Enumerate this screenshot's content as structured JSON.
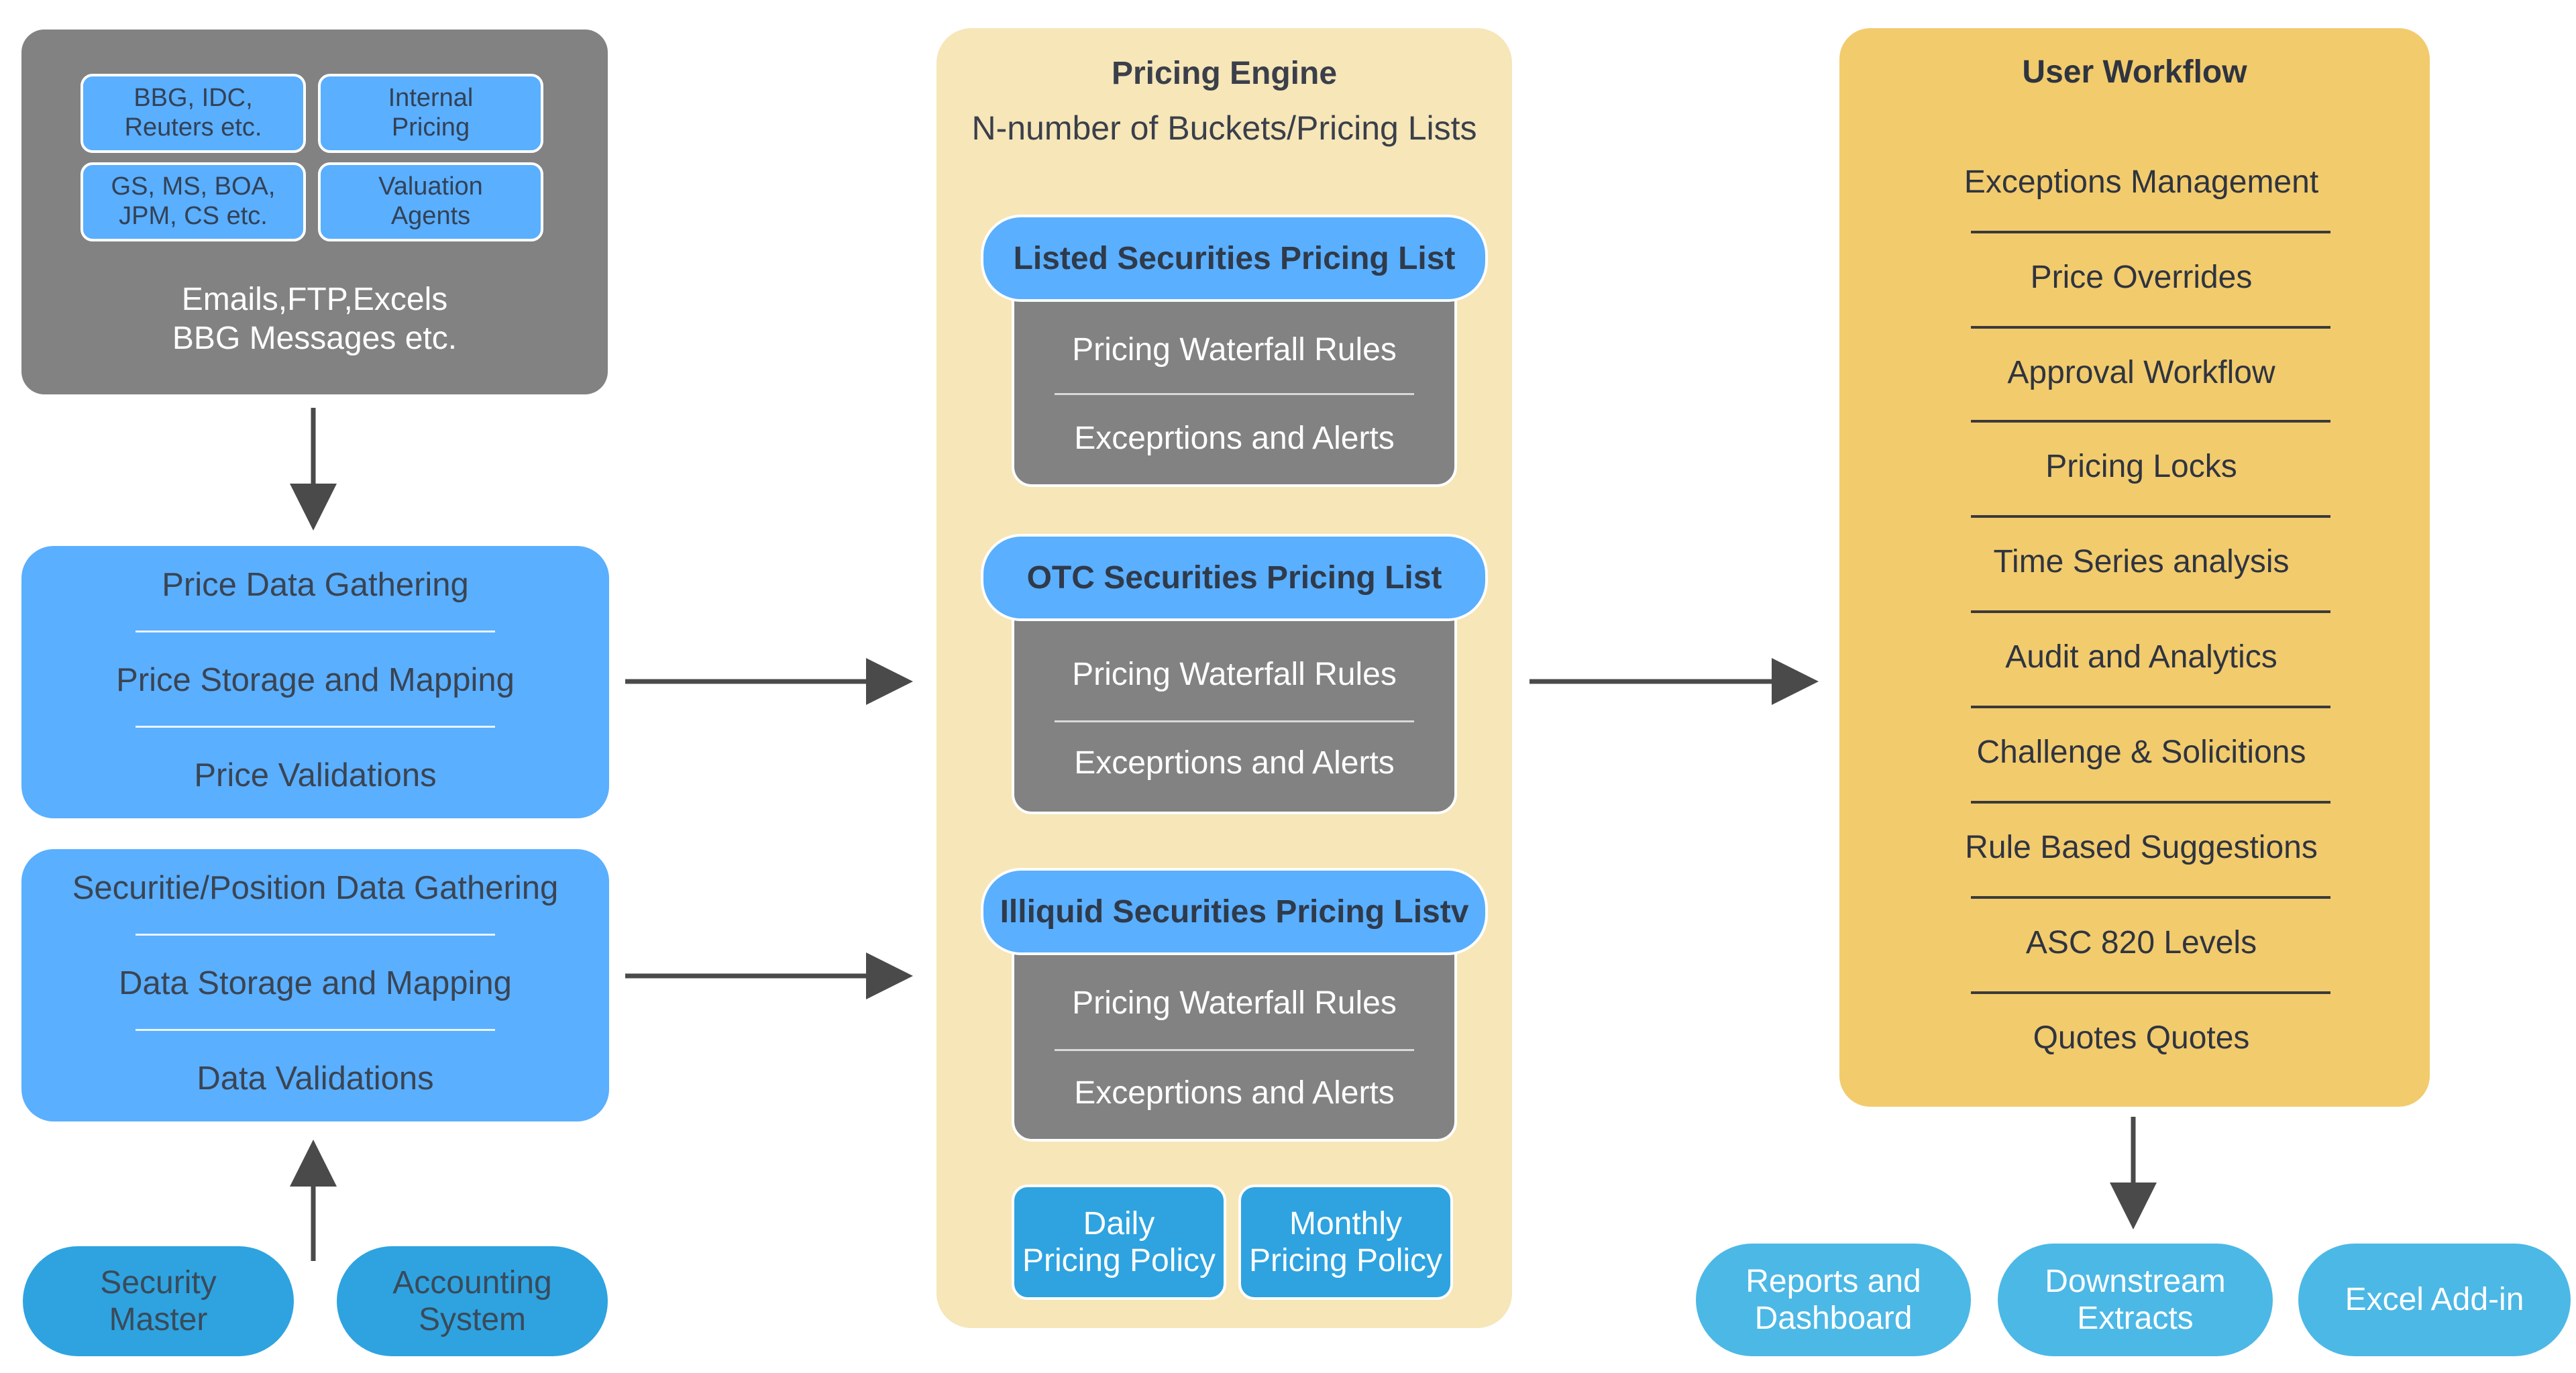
{
  "sources": {
    "chips": [
      "BBG, IDC,\nReuters etc.",
      "Internal\nPricing",
      "GS, MS, BOA,\nJPM, CS etc.",
      "Valuation\nAgents"
    ],
    "caption_line1": "Emails,FTP,Excels",
    "caption_line2": "BBG Messages etc."
  },
  "price_panel": {
    "rows": [
      "Price Data Gathering",
      "Price Storage and Mapping",
      "Price Validations"
    ]
  },
  "position_panel": {
    "rows": [
      "Securitie/Position Data Gathering",
      "Data Storage and Mapping",
      "Data Validations"
    ]
  },
  "bottom_left": {
    "security_master": "Security\nMaster",
    "accounting_system": "Accounting\nSystem"
  },
  "engine": {
    "title": "Pricing Engine",
    "subtitle": "N-number of Buckets/Pricing Lists",
    "lists": [
      {
        "header": "Listed Securities Pricing List",
        "rule": "Pricing Waterfall Rules",
        "alerts": "Exceprtions and Alerts"
      },
      {
        "header": "OTC Securities Pricing List",
        "rule": "Pricing Waterfall Rules",
        "alerts": "Exceprtions and Alerts"
      },
      {
        "header": "Illiquid Securities Pricing Listv",
        "rule": "Pricing Waterfall Rules",
        "alerts": "Exceprtions and Alerts"
      }
    ],
    "daily_policy": "Daily\nPricing Policy",
    "monthly_policy": "Monthly\nPricing Policy"
  },
  "workflow": {
    "title": "User Workflow",
    "items": [
      "Exceptions Management",
      "Price Overrides",
      "Approval Workflow",
      "Pricing Locks",
      "Time Series analysis",
      "Audit and Analytics",
      "Challenge & Solicitions",
      "Rule Based Suggestions",
      "ASC 820 Levels",
      "Quotes Quotes"
    ]
  },
  "outputs": {
    "reports": "Reports and\nDashboard",
    "downstream": "Downstream\nExtracts",
    "excel": "Excel Add-in"
  }
}
